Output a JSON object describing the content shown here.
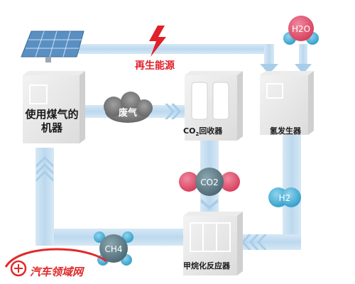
{
  "renewable_energy": {
    "label": "再生能源",
    "color": "#e0202a"
  },
  "machine": {
    "label_line1": "使用煤气的",
    "label_line2": "机器"
  },
  "waste_gas": {
    "label": "废气"
  },
  "co2_collector": {
    "label_prefix": "CO",
    "label_sub": "2",
    "label_suffix": "回收器"
  },
  "hydrogen_generator": {
    "label": "氢发生器"
  },
  "methanation_reactor": {
    "label": "甲烷化反应器"
  },
  "molecules": {
    "h2o": {
      "label": "H2O"
    },
    "co2": {
      "label": "CO2"
    },
    "h2": {
      "label": "H2"
    },
    "ch4": {
      "label": "CH4"
    }
  },
  "watermark": {
    "text": "汽车领域网",
    "color": "#e02a2a"
  },
  "colors": {
    "flow": "#c9dff0",
    "flow_arrow": "#a8cde8",
    "equipment": "#e6e6e6",
    "molecule_red": "#e2506a",
    "molecule_gray": "#5f7f8a",
    "molecule_blue": "#4fb3d6"
  }
}
